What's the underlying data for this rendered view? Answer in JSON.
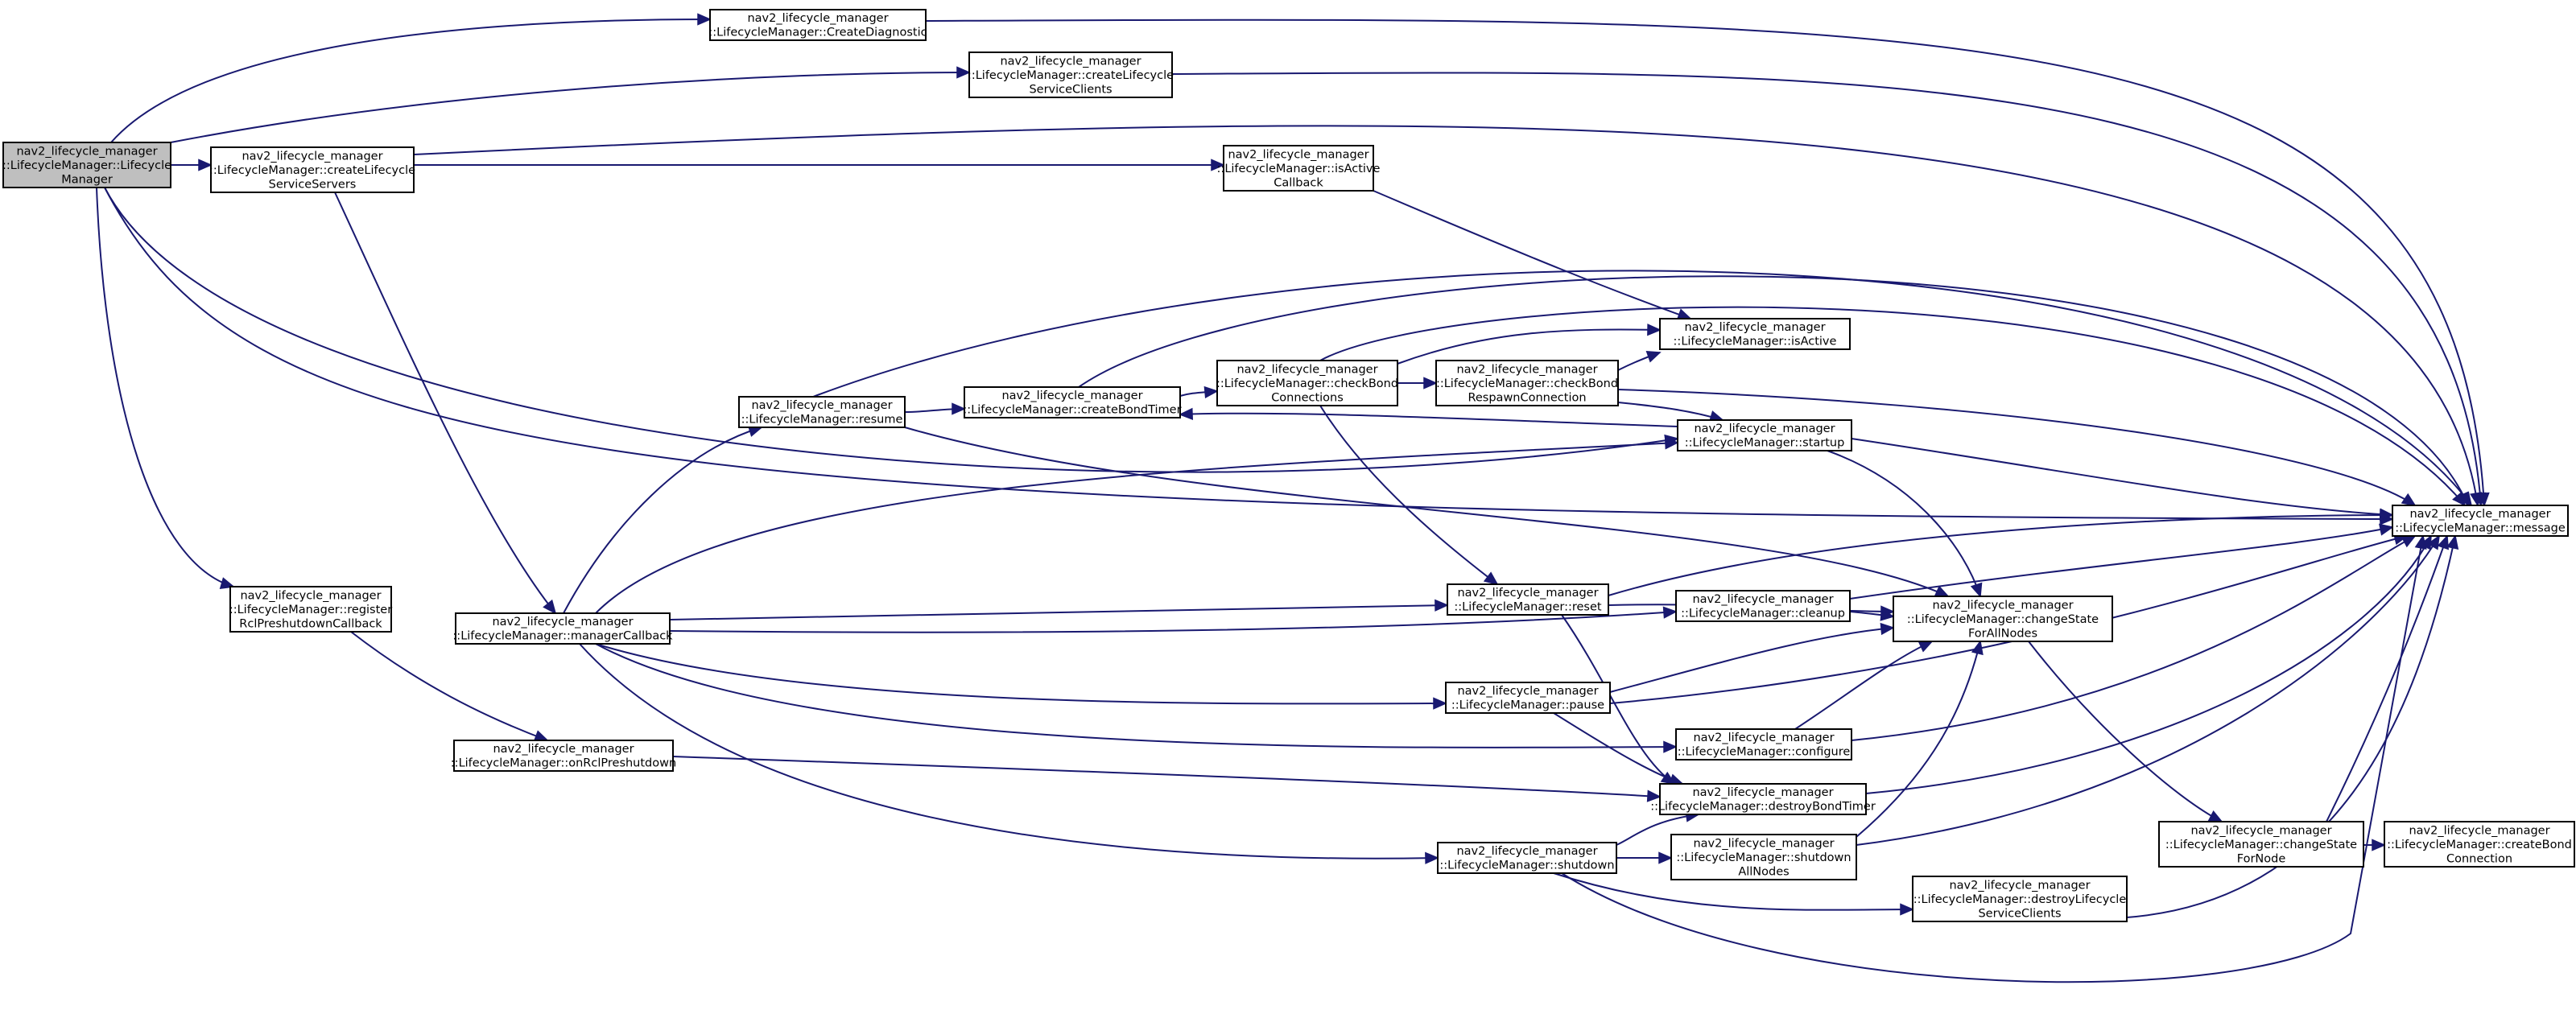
{
  "graph": {
    "root": "LifecycleManager",
    "nodes": [
      {
        "id": "LifecycleManager",
        "lines": [
          "nav2_lifecycle_manager",
          "::LifecycleManager::Lifecycle",
          "Manager"
        ]
      },
      {
        "id": "CreateDiagnostic",
        "lines": [
          "nav2_lifecycle_manager",
          "::LifecycleManager::CreateDiagnostic"
        ]
      },
      {
        "id": "createLifecycleServiceClients",
        "lines": [
          "nav2_lifecycle_manager",
          "::LifecycleManager::createLifecycle",
          "ServiceClients"
        ]
      },
      {
        "id": "createLifecycleServiceServers",
        "lines": [
          "nav2_lifecycle_manager",
          "::LifecycleManager::createLifecycle",
          "ServiceServers"
        ]
      },
      {
        "id": "isActiveCallback",
        "lines": [
          "nav2_lifecycle_manager",
          "::LifecycleManager::isActive",
          "Callback"
        ]
      },
      {
        "id": "isActive",
        "lines": [
          "nav2_lifecycle_manager",
          "::LifecycleManager::isActive"
        ]
      },
      {
        "id": "resume",
        "lines": [
          "nav2_lifecycle_manager",
          "::LifecycleManager::resume"
        ]
      },
      {
        "id": "createBondTimer",
        "lines": [
          "nav2_lifecycle_manager",
          "::LifecycleManager::createBondTimer"
        ]
      },
      {
        "id": "checkBondConnections",
        "lines": [
          "nav2_lifecycle_manager",
          "::LifecycleManager::checkBond",
          "Connections"
        ]
      },
      {
        "id": "checkBondRespawnConnection",
        "lines": [
          "nav2_lifecycle_manager",
          "::LifecycleManager::checkBond",
          "RespawnConnection"
        ]
      },
      {
        "id": "startup",
        "lines": [
          "nav2_lifecycle_manager",
          "::LifecycleManager::startup"
        ]
      },
      {
        "id": "message",
        "lines": [
          "nav2_lifecycle_manager",
          "::LifecycleManager::message"
        ]
      },
      {
        "id": "registerRclPreshutdownCallback",
        "lines": [
          "nav2_lifecycle_manager",
          "::LifecycleManager::register",
          "RclPreshutdownCallback"
        ]
      },
      {
        "id": "managerCallback",
        "lines": [
          "nav2_lifecycle_manager",
          "::LifecycleManager::managerCallback"
        ]
      },
      {
        "id": "reset",
        "lines": [
          "nav2_lifecycle_manager",
          "::LifecycleManager::reset"
        ]
      },
      {
        "id": "cleanup",
        "lines": [
          "nav2_lifecycle_manager",
          "::LifecycleManager::cleanup"
        ]
      },
      {
        "id": "changeStateForAllNodes",
        "lines": [
          "nav2_lifecycle_manager",
          "::LifecycleManager::changeState",
          "ForAllNodes"
        ]
      },
      {
        "id": "pause",
        "lines": [
          "nav2_lifecycle_manager",
          "::LifecycleManager::pause"
        ]
      },
      {
        "id": "configure",
        "lines": [
          "nav2_lifecycle_manager",
          "::LifecycleManager::configure"
        ]
      },
      {
        "id": "onRclPreshutdown",
        "lines": [
          "nav2_lifecycle_manager",
          "::LifecycleManager::onRclPreshutdown"
        ]
      },
      {
        "id": "destroyBondTimer",
        "lines": [
          "nav2_lifecycle_manager",
          "::LifecycleManager::destroyBondTimer"
        ]
      },
      {
        "id": "shutdown",
        "lines": [
          "nav2_lifecycle_manager",
          "::LifecycleManager::shutdown"
        ]
      },
      {
        "id": "shutdownAllNodes",
        "lines": [
          "nav2_lifecycle_manager",
          "::LifecycleManager::shutdown",
          "AllNodes"
        ]
      },
      {
        "id": "destroyLifecycleServiceClients",
        "lines": [
          "nav2_lifecycle_manager",
          "::LifecycleManager::destroyLifecycle",
          "ServiceClients"
        ]
      },
      {
        "id": "changeStateForNode",
        "lines": [
          "nav2_lifecycle_manager",
          "::LifecycleManager::changeState",
          "ForNode"
        ]
      },
      {
        "id": "createBondConnection",
        "lines": [
          "nav2_lifecycle_manager",
          "::LifecycleManager::createBond",
          "Connection"
        ]
      }
    ],
    "edges": [
      [
        "LifecycleManager",
        "CreateDiagnostic"
      ],
      [
        "LifecycleManager",
        "createLifecycleServiceClients"
      ],
      [
        "LifecycleManager",
        "createLifecycleServiceServers"
      ],
      [
        "LifecycleManager",
        "message"
      ],
      [
        "LifecycleManager",
        "startup"
      ],
      [
        "LifecycleManager",
        "registerRclPreshutdownCallback"
      ],
      [
        "CreateDiagnostic",
        "message"
      ],
      [
        "createLifecycleServiceClients",
        "message"
      ],
      [
        "createLifecycleServiceServers",
        "message"
      ],
      [
        "createLifecycleServiceServers",
        "isActiveCallback"
      ],
      [
        "createLifecycleServiceServers",
        "managerCallback"
      ],
      [
        "isActiveCallback",
        "isActive"
      ],
      [
        "resume",
        "message"
      ],
      [
        "resume",
        "createBondTimer"
      ],
      [
        "resume",
        "changeStateForAllNodes"
      ],
      [
        "createBondTimer",
        "message"
      ],
      [
        "createBondTimer",
        "checkBondConnections"
      ],
      [
        "checkBondConnections",
        "message"
      ],
      [
        "checkBondConnections",
        "isActive"
      ],
      [
        "checkBondConnections",
        "checkBondRespawnConnection"
      ],
      [
        "checkBondConnections",
        "reset"
      ],
      [
        "checkBondRespawnConnection",
        "isActive"
      ],
      [
        "checkBondRespawnConnection",
        "message"
      ],
      [
        "checkBondRespawnConnection",
        "startup"
      ],
      [
        "startup",
        "createBondTimer"
      ],
      [
        "startup",
        "message"
      ],
      [
        "startup",
        "changeStateForAllNodes"
      ],
      [
        "registerRclPreshutdownCallback",
        "onRclPreshutdown"
      ],
      [
        "managerCallback",
        "resume"
      ],
      [
        "managerCallback",
        "startup"
      ],
      [
        "managerCallback",
        "reset"
      ],
      [
        "managerCallback",
        "cleanup"
      ],
      [
        "managerCallback",
        "pause"
      ],
      [
        "managerCallback",
        "configure"
      ],
      [
        "managerCallback",
        "shutdown"
      ],
      [
        "reset",
        "message"
      ],
      [
        "reset",
        "changeStateForAllNodes"
      ],
      [
        "reset",
        "destroyBondTimer"
      ],
      [
        "cleanup",
        "message"
      ],
      [
        "cleanup",
        "changeStateForAllNodes"
      ],
      [
        "pause",
        "changeStateForAllNodes"
      ],
      [
        "pause",
        "message"
      ],
      [
        "pause",
        "destroyBondTimer"
      ],
      [
        "configure",
        "changeStateForAllNodes"
      ],
      [
        "configure",
        "message"
      ],
      [
        "onRclPreshutdown",
        "destroyBondTimer"
      ],
      [
        "destroyBondTimer",
        "message"
      ],
      [
        "shutdown",
        "destroyBondTimer"
      ],
      [
        "shutdown",
        "shutdownAllNodes"
      ],
      [
        "shutdown",
        "destroyLifecycleServiceClients"
      ],
      [
        "shutdown",
        "message"
      ],
      [
        "shutdownAllNodes",
        "changeStateForAllNodes"
      ],
      [
        "shutdownAllNodes",
        "message"
      ],
      [
        "destroyLifecycleServiceClients",
        "message"
      ],
      [
        "changeStateForAllNodes",
        "changeStateForNode"
      ],
      [
        "changeStateForNode",
        "message"
      ],
      [
        "changeStateForNode",
        "createBondConnection"
      ]
    ]
  }
}
